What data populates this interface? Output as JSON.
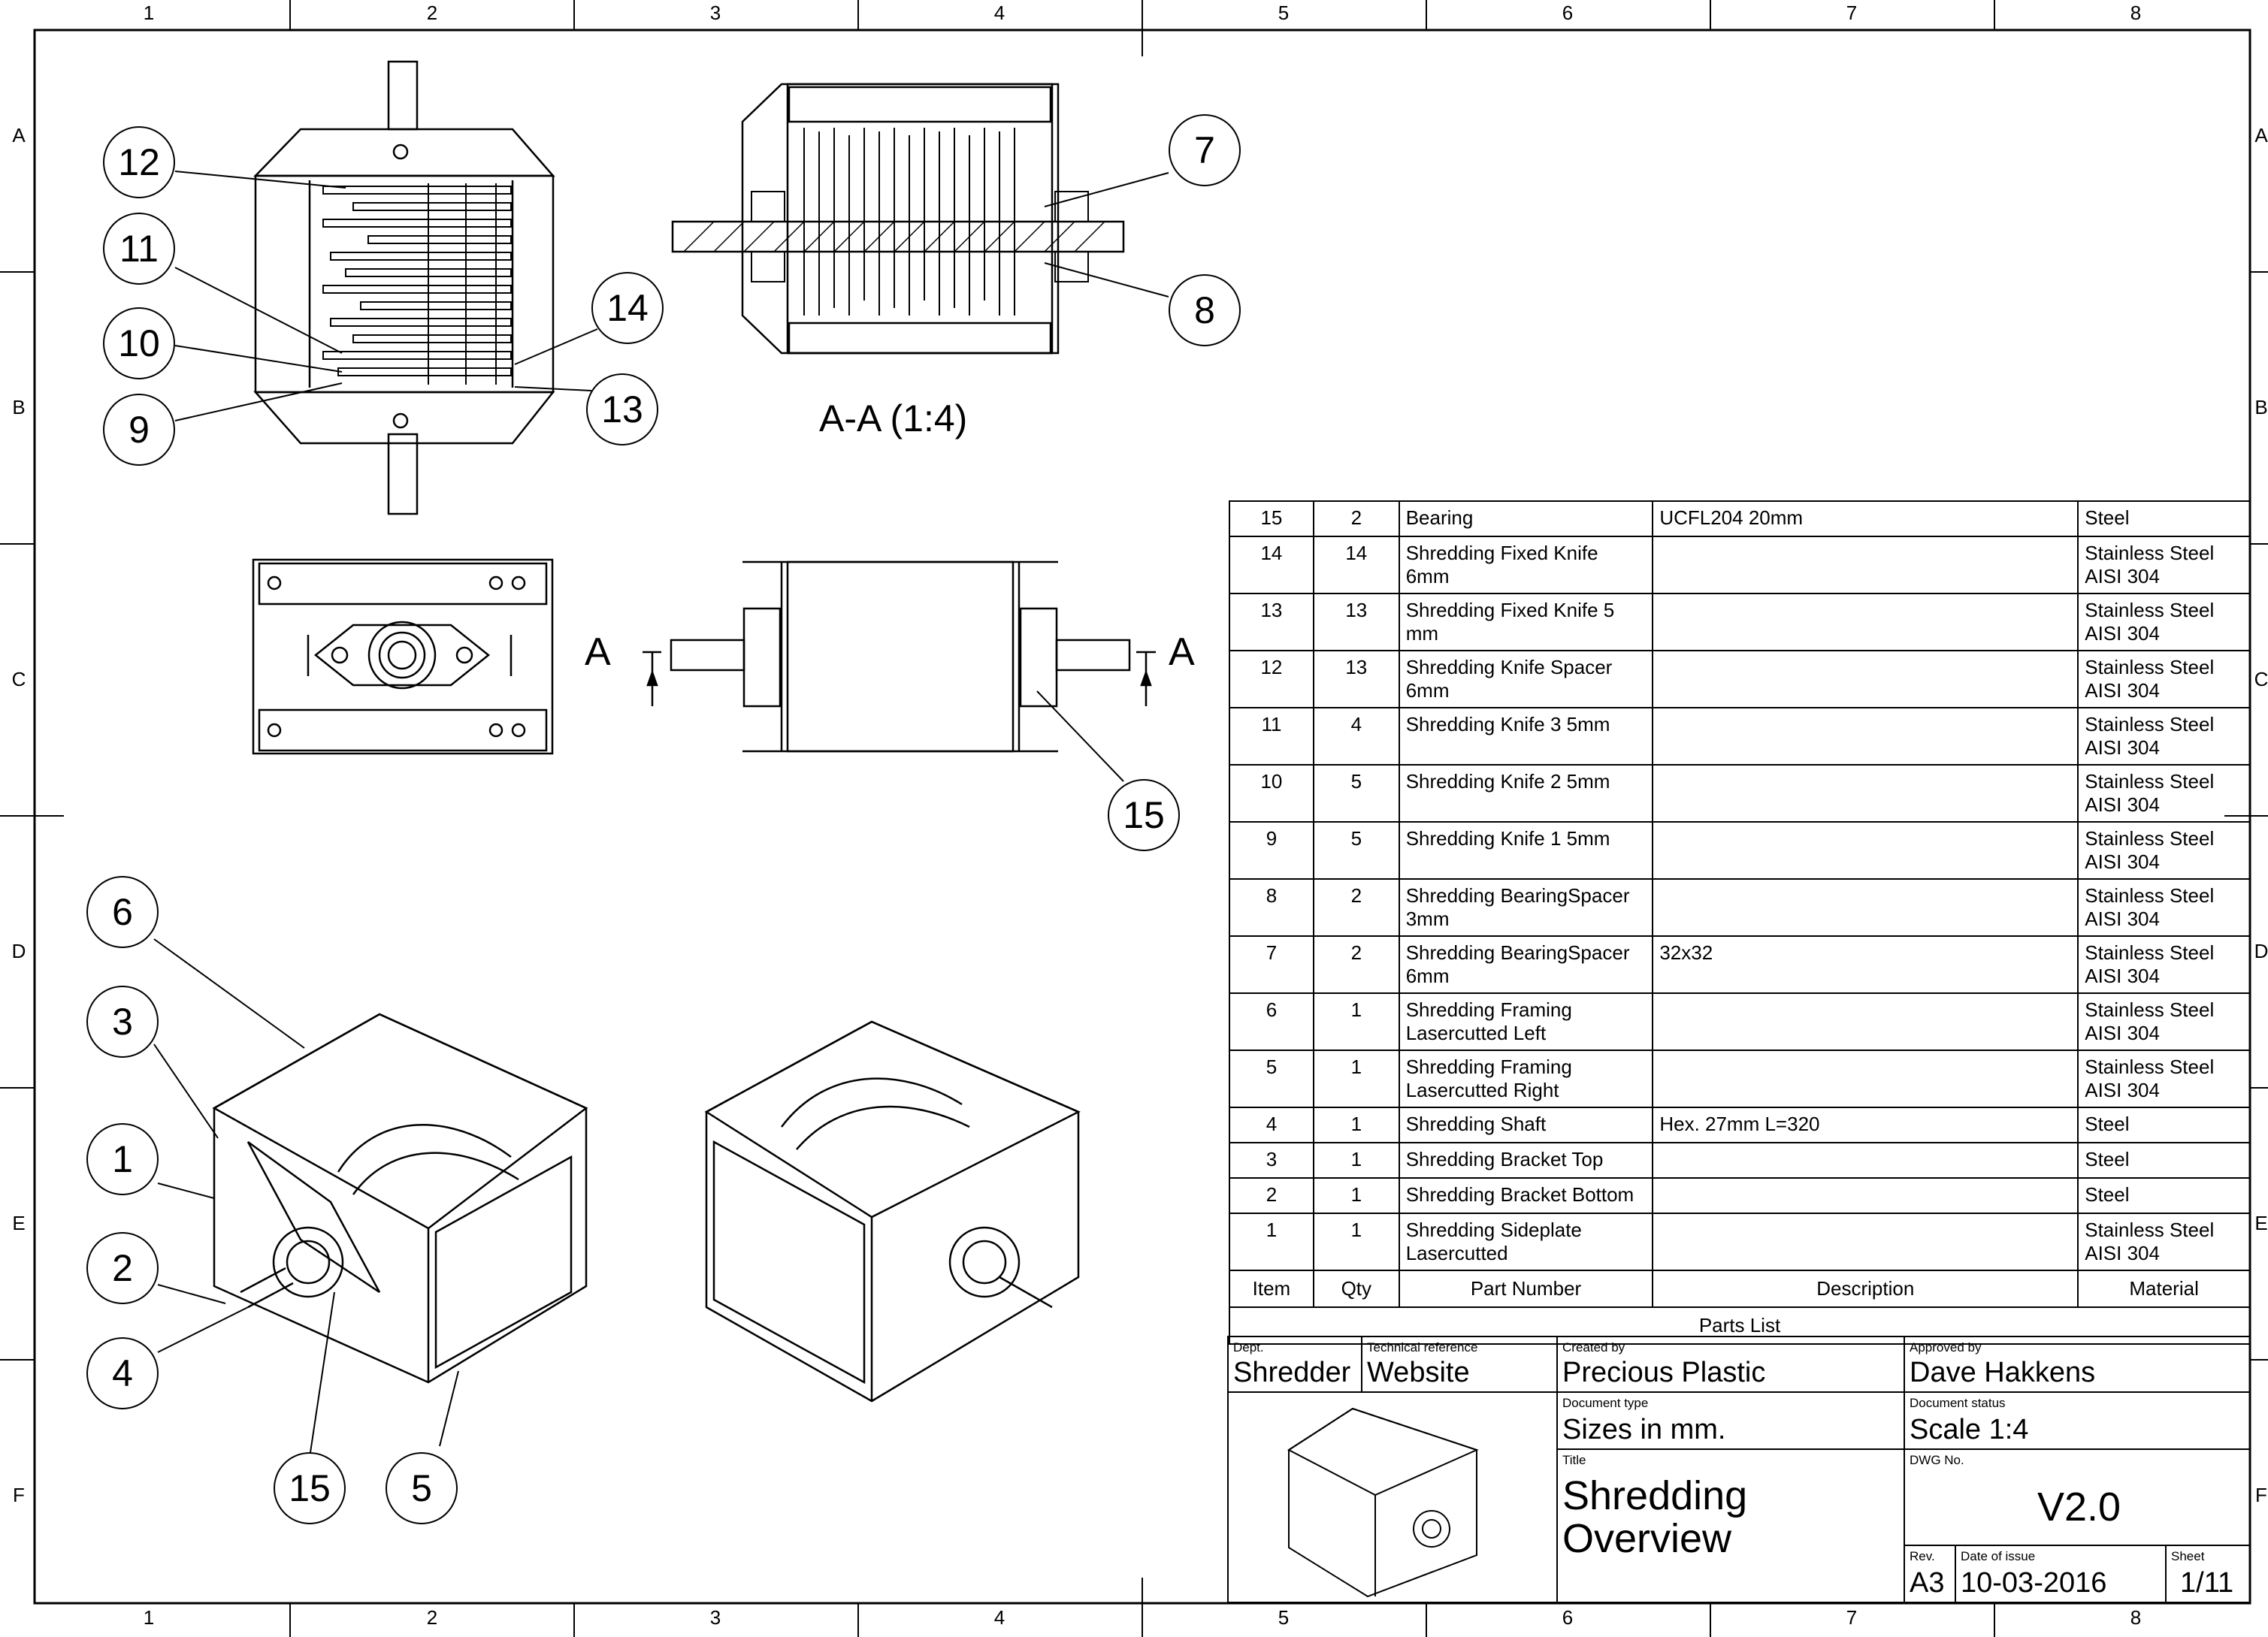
{
  "drawing": {
    "zones_top": [
      "1",
      "2",
      "3",
      "4",
      "5",
      "6",
      "7",
      "8"
    ],
    "zones_side": [
      "A",
      "B",
      "C",
      "D",
      "E",
      "F"
    ],
    "section_view_label": "A-A (1:4)",
    "section_marker": "A",
    "callouts": {
      "c1": "1",
      "c2": "2",
      "c3": "3",
      "c4": "4",
      "c5": "5",
      "c6": "6",
      "c7": "7",
      "c8": "8",
      "c9": "9",
      "c10": "10",
      "c11": "11",
      "c12": "12",
      "c13": "13",
      "c14": "14",
      "c15a": "15",
      "c15b": "15"
    }
  },
  "parts_list": {
    "title": "Parts List",
    "headers": {
      "item": "Item",
      "qty": "Qty",
      "part_number": "Part Number",
      "description": "Description",
      "material": "Material"
    },
    "rows": [
      {
        "item": "15",
        "qty": "2",
        "part": "Bearing",
        "description": "UCFL204 20mm",
        "material": "Steel"
      },
      {
        "item": "14",
        "qty": "14",
        "part": "Shredding Fixed Knife 6mm",
        "description": "",
        "material": "Stainless Steel AISI 304"
      },
      {
        "item": "13",
        "qty": "13",
        "part": "Shredding Fixed Knife 5 mm",
        "description": "",
        "material": "Stainless Steel AISI 304"
      },
      {
        "item": "12",
        "qty": "13",
        "part": "Shredding Knife Spacer 6mm",
        "description": "",
        "material": "Stainless Steel AISI 304"
      },
      {
        "item": "11",
        "qty": "4",
        "part": "Shredding Knife 3 5mm",
        "description": "",
        "material": "Stainless Steel AISI 304"
      },
      {
        "item": "10",
        "qty": "5",
        "part": "Shredding Knife 2 5mm",
        "description": "",
        "material": "Stainless Steel AISI 304"
      },
      {
        "item": "9",
        "qty": "5",
        "part": "Shredding Knife 1 5mm",
        "description": "",
        "material": "Stainless Steel AISI 304"
      },
      {
        "item": "8",
        "qty": "2",
        "part": "Shredding BearingSpacer 3mm",
        "description": "",
        "material": "Stainless Steel AISI 304"
      },
      {
        "item": "7",
        "qty": "2",
        "part": "Shredding BearingSpacer 6mm",
        "description": "32x32",
        "material": "Stainless Steel AISI 304"
      },
      {
        "item": "6",
        "qty": "1",
        "part": "Shredding Framing Lasercutted Left",
        "description": "",
        "material": "Stainless Steel AISI 304"
      },
      {
        "item": "5",
        "qty": "1",
        "part": "Shredding Framing Lasercutted Right",
        "description": "",
        "material": "Stainless Steel AISI 304"
      },
      {
        "item": "4",
        "qty": "1",
        "part": "Shredding Shaft",
        "description": "Hex. 27mm L=320",
        "material": "Steel"
      },
      {
        "item": "3",
        "qty": "1",
        "part": "Shredding Bracket Top",
        "description": "",
        "material": "Steel"
      },
      {
        "item": "2",
        "qty": "1",
        "part": "Shredding Bracket Bottom",
        "description": "",
        "material": "Steel"
      },
      {
        "item": "1",
        "qty": "1",
        "part": "Shredding Sideplate Lasercutted",
        "description": "",
        "material": "Stainless Steel AISI 304"
      }
    ]
  },
  "title_block": {
    "dept_label": "Dept.",
    "dept": "Shredder",
    "techref_label": "Technical reference",
    "techref": "Website",
    "created_label": "Created by",
    "created": "Precious Plastic",
    "approved_label": "Approved by",
    "approved": "Dave Hakkens",
    "doctype_label": "Document type",
    "doctype": "Sizes in mm.",
    "status_label": "Document status",
    "status": "Scale 1:4",
    "title_label": "Title",
    "title_line1": "Shredding",
    "title_line2": "Overview",
    "dwg_label": "DWG No.",
    "dwg": "V2.0",
    "rev_label": "Rev.",
    "rev": "A3",
    "date_label": "Date of issue",
    "date": "10-03-2016",
    "sheet_label": "Sheet",
    "sheet": "1/11"
  }
}
